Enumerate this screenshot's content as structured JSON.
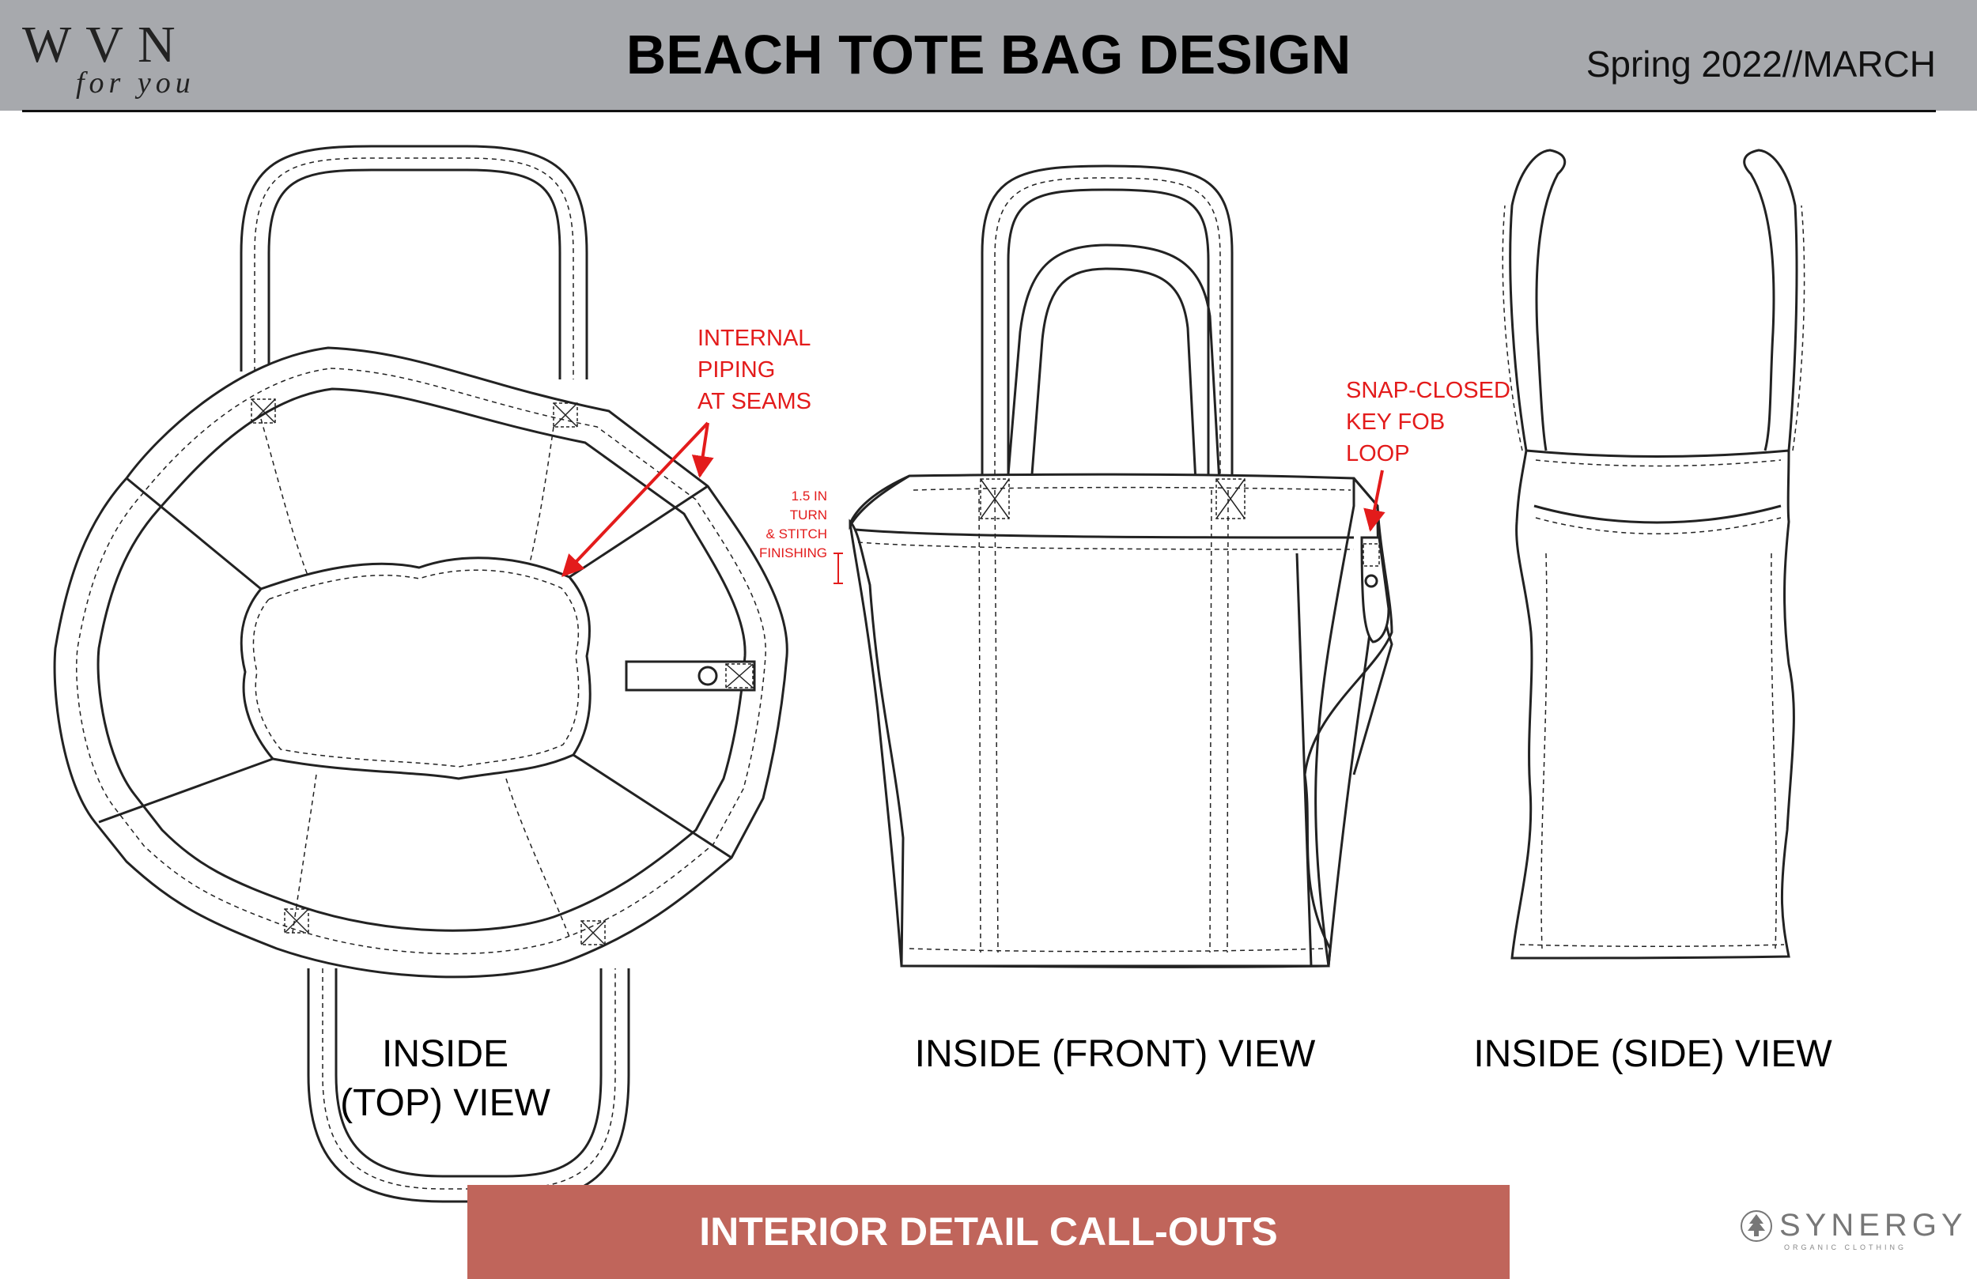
{
  "header": {
    "logo_main": "WVN",
    "logo_sub": "for you",
    "title": "BEACH TOTE BAG DESIGN",
    "season": "Spring 2022//MARCH"
  },
  "views": {
    "top_line1": "INSIDE",
    "top_line2": "(TOP) VIEW",
    "front": "INSIDE (FRONT) VIEW",
    "side": "INSIDE (SIDE) VIEW"
  },
  "callouts": {
    "piping": [
      "INTERNAL",
      "PIPING",
      "AT SEAMS"
    ],
    "keyfob": [
      "SNAP-CLOSED",
      "KEY FOB",
      "LOOP"
    ],
    "turn": [
      "1.5 IN",
      "TURN",
      "& STITCH",
      "FINISHING"
    ]
  },
  "footer": {
    "label": "INTERIOR DETAIL CALL-OUTS",
    "brand": "SYNERGY",
    "brand_tagline": "ORGANIC CLOTHING"
  },
  "colors": {
    "header_bg": "#a7a9ad",
    "callout_red": "#e31b1b",
    "footer_bg": "#c0655b"
  },
  "icons": [
    "arrow-icon",
    "tree-icon"
  ]
}
